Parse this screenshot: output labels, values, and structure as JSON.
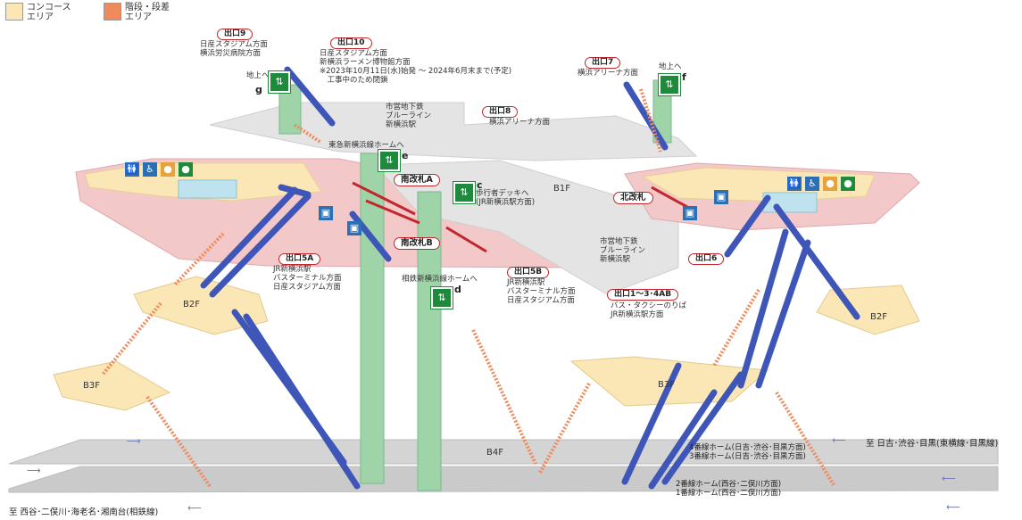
{
  "legend": [
    {
      "label": "コンコース\nエリア",
      "color": "#fbe7b5"
    },
    {
      "label": "階段・段差\nエリア",
      "color": "#ef8a5c"
    }
  ],
  "colors": {
    "concourse": "#fbe7b5",
    "stairs": "#ef8a5c",
    "ticket_area": "#f4c7c9",
    "platform": "#cfcfcf",
    "escalator": "#3e56b8",
    "elevator_shaft": "#9fd4a8",
    "exit_border": "#c0282d"
  },
  "exits": [
    {
      "id": "exit9",
      "label": "出口9",
      "desc": "日産スタジアム方面\n横浜労災病院方面"
    },
    {
      "id": "exit10",
      "label": "出口10",
      "desc": "日産スタジアム方面\n新横浜ラーメン博物館方面\n※2023年10月11日(水)始発 ～ 2024年6月末まで(予定)\n　工事中のため閉鎖"
    },
    {
      "id": "exit7",
      "label": "出口7",
      "desc": "横浜アリーナ方面"
    },
    {
      "id": "exit8",
      "label": "出口8",
      "desc": "横浜アリーナ方面"
    },
    {
      "id": "exit5a",
      "label": "出口5A",
      "desc": "JR新横浜駅\nバスターミナル方面\n日産スタジアム方面"
    },
    {
      "id": "exit5b",
      "label": "出口5B",
      "desc": "JR新横浜駅\nバスターミナル方面\n日産スタジアム方面"
    },
    {
      "id": "exit6",
      "label": "出口6",
      "desc": ""
    },
    {
      "id": "exit1",
      "label": "出口1～3･4AB",
      "desc": "バス・タクシーのりば\nJR新横浜駅方面"
    }
  ],
  "gates": [
    {
      "id": "south-gate-a",
      "label": "南改札A"
    },
    {
      "id": "south-gate-b",
      "label": "南改札B"
    },
    {
      "id": "north-gate",
      "label": "北改札"
    }
  ],
  "elevators": [
    {
      "letter": "g",
      "note": "地上へ"
    },
    {
      "letter": "f",
      "note": "地上へ"
    },
    {
      "letter": "e",
      "note": "東急新横浜線ホームへ"
    },
    {
      "letter": "c",
      "note": "歩行者デッキへ\n(JR新横浜駅方面)"
    },
    {
      "letter": "d",
      "note": "相鉄新横浜線ホームへ"
    }
  ],
  "labels": {
    "subway_top": "市営地下鉄\nブルーライン\n新横浜駅",
    "subway_right": "市営地下鉄\nブルーライン\n新横浜駅"
  },
  "floors": {
    "b1f": "B1F",
    "b2f_left": "B2F",
    "b2f_right": "B2F",
    "b3f_left": "B3F",
    "b3f_right": "B3F",
    "b4f": "B4F"
  },
  "platforms": {
    "upper": "4番線ホーム(日吉･渋谷･目黒方面)\n3番線ホーム(日吉･渋谷･目黒方面)",
    "lower": "2番線ホーム(西谷･二俣川方面)\n1番線ホーム(西谷･二俣川方面)"
  },
  "destinations": {
    "right": "至 日吉･渋谷･目黒(東横線･目黒線)",
    "left": "至 西谷･二俣川･海老名･湘南台(相鉄線)"
  },
  "facility_icons": [
    "toilet-icon",
    "wheelchair-icon",
    "baby-care-icon",
    "family-icon"
  ]
}
